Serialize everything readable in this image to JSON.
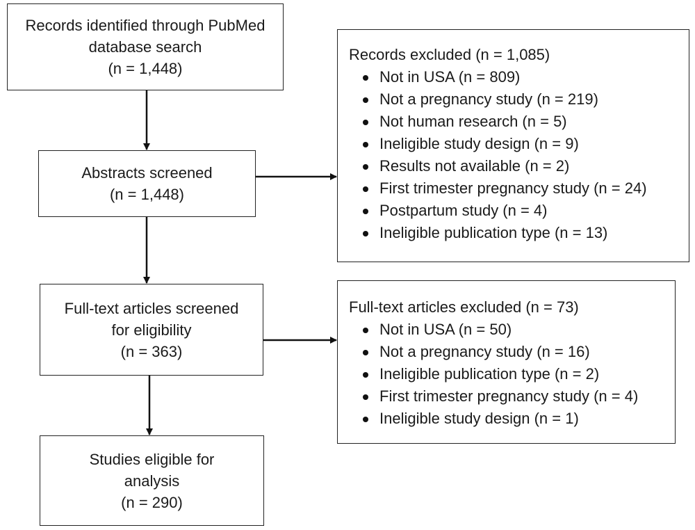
{
  "diagram": {
    "stages": [
      {
        "lines": [
          "Records identified through PubMed",
          "database search",
          "(n = 1,448)"
        ]
      },
      {
        "lines": [
          "Abstracts screened",
          "(n = 1,448)"
        ]
      },
      {
        "lines": [
          "Full-text articles screened",
          "for eligibility",
          "(n = 363)"
        ]
      },
      {
        "lines": [
          "Studies eligible for",
          "analysis",
          "(n = 290)"
        ]
      }
    ],
    "exclusions": [
      {
        "heading": "Records excluded (n = 1,085)",
        "items": [
          "Not in USA (n = 809)",
          "Not a pregnancy study (n = 219)",
          "Not human research (n = 5)",
          "Ineligible study design (n = 9)",
          "Results not available (n = 2)",
          "First trimester pregnancy study (n = 24)",
          "Postpartum study (n = 4)",
          "Ineligible publication type (n = 13)"
        ]
      },
      {
        "heading": "Full-text articles excluded (n = 73)",
        "items": [
          "Not in USA (n = 50)",
          "Not a pregnancy study (n = 16)",
          "Ineligible publication type (n = 2)",
          "First trimester pregnancy study (n = 4)",
          "Ineligible study design (n = 1)"
        ]
      }
    ]
  }
}
